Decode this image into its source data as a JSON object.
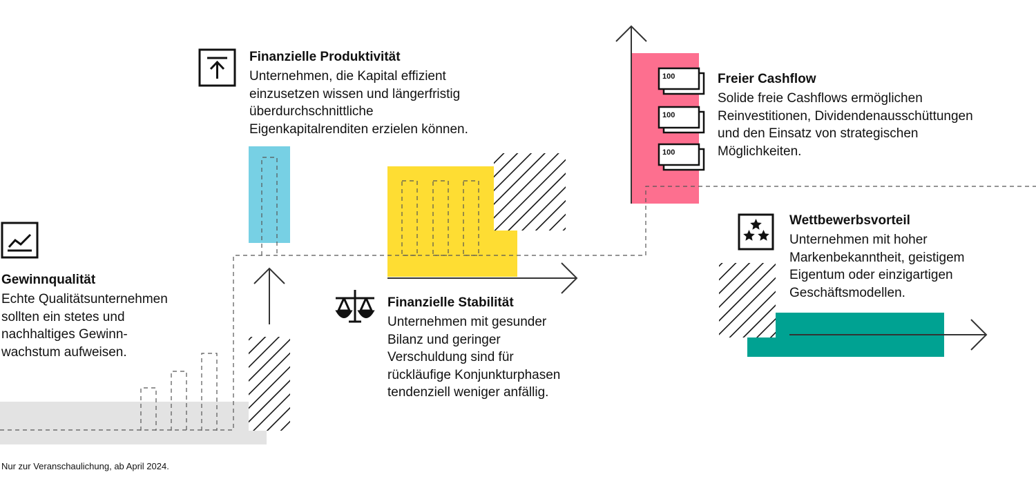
{
  "colors": {
    "grey": "#e3e3e3",
    "blue": "#77d0e4",
    "yellow": "#fedd33",
    "pink": "#fd6f8f",
    "teal": "#00a292",
    "line": "#222222"
  },
  "icons": {
    "gewinn": "line-chart-icon",
    "produktiv": "arrow-up-to-line-icon",
    "stabil": "balance-scale-icon",
    "cashflow": "banknote-stack-icon",
    "wettbewerb": "stars-icon"
  },
  "banknote_label": "100",
  "blocks": {
    "gewinn": {
      "title": "Gewinnqualität",
      "text": "Echte Qualitätsunternehmen\nsollten ein stetes und\nnachhaltiges Gewinn-\nwachstum aufweisen."
    },
    "produktiv": {
      "title": "Finanzielle Produktivität",
      "text": "Unternehmen, die Kapital effizient\neinzusetzen wissen und längerfristig\nüberdurchschnittliche\nEigenkapitalrenditen erzielen können."
    },
    "stabil": {
      "title": "Finanzielle Stabilität",
      "text": "Unternehmen mit gesunder\nBilanz und geringer\nVerschuldung sind für\nrückläufige Konjunkturphasen\ntendenziell weniger anfällig."
    },
    "cashflow": {
      "title": "Freier Cashflow",
      "text": "Solide freie Cashflows ermöglichen\nReinvestitionen, Dividendenausschüttungen\nund den Einsatz von strategischen\nMöglichkeiten."
    },
    "wettbewerb": {
      "title": "Wettbewerbsvorteil",
      "text": "Unternehmen mit hoher\nMarkenbekanntheit, geistigem\nEigentum oder einzigartigen\nGeschäftsmodellen."
    }
  },
  "footnote": "Nur zur Veranschaulichung, ab April 2024."
}
